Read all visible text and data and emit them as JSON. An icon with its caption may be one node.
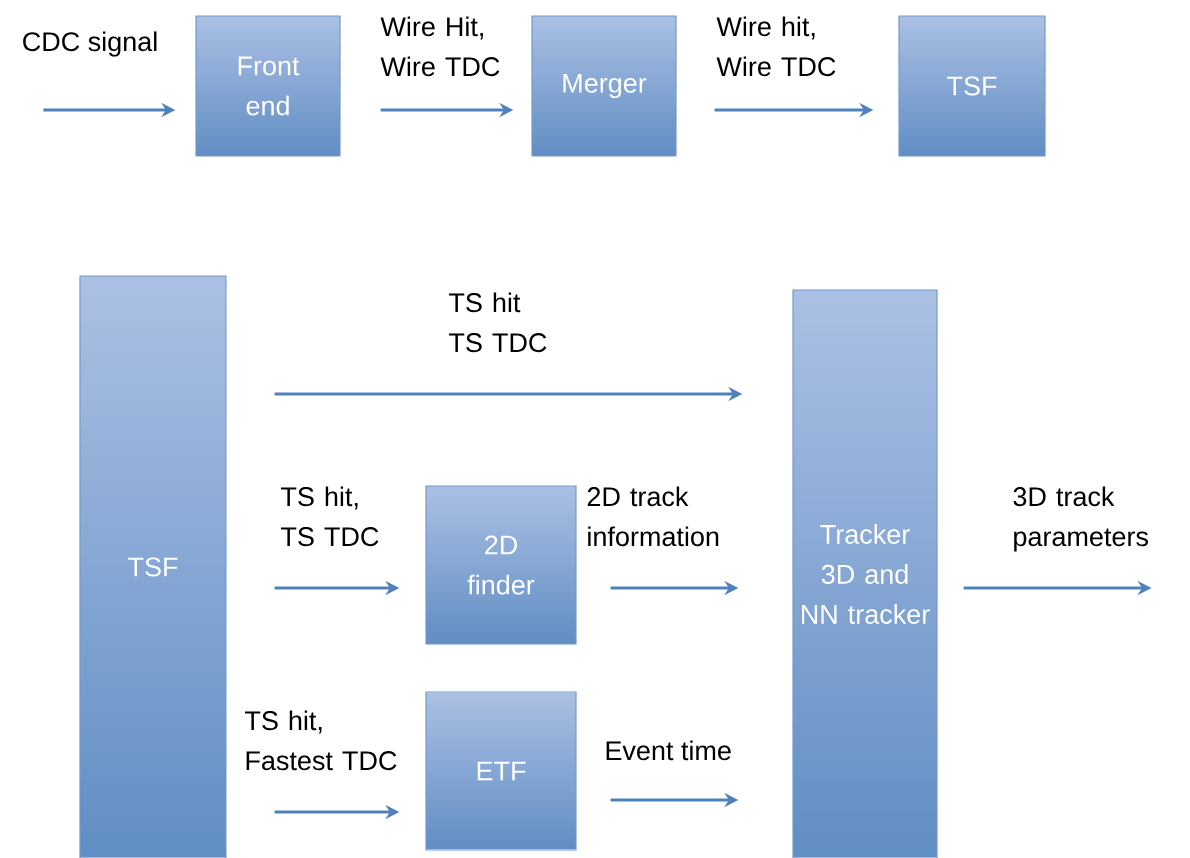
{
  "diagram": {
    "nodes": [
      {
        "text": [
          "Front end"
        ]
      },
      {
        "text": [
          "Merger"
        ]
      },
      {
        "text": [
          "TSF"
        ]
      },
      {
        "text": [
          "TSF"
        ]
      },
      {
        "text": [
          "2D finder"
        ]
      },
      {
        "text": [
          "ETF"
        ]
      },
      {
        "text": [
          "Tracker 3D and NN tracker"
        ]
      }
    ],
    "edges": [
      {
        "from": null,
        "to": 0,
        "arrow": "to"
      },
      {
        "from": 0,
        "to": 1,
        "arrow": "to",
        "label": "Wire Hit, Wire TDC"
      },
      {
        "from": 1,
        "to": 2,
        "arrow": "to",
        "label": "Wire hit, Wire TDC"
      },
      {
        "from": 3,
        "to": 6,
        "arrow": "to",
        "label": "TS hit TS TDC"
      },
      {
        "from": 3,
        "to": 4,
        "arrow": "to",
        "label": "TS hit, TS TDC"
      },
      {
        "from": 4,
        "to": 6,
        "arrow": "to",
        "label": "2D track information"
      },
      {
        "from": 3,
        "to": 5,
        "arrow": "to",
        "label": "TS hit, Fastest TDC"
      },
      {
        "from": 5,
        "to": 6,
        "arrow": "to",
        "label": "Event time"
      },
      {
        "from": 6,
        "to": null,
        "arrow": "to",
        "label": "3D track parameters"
      }
    ],
    "labels": [
      "CDC signal"
    ]
  }
}
